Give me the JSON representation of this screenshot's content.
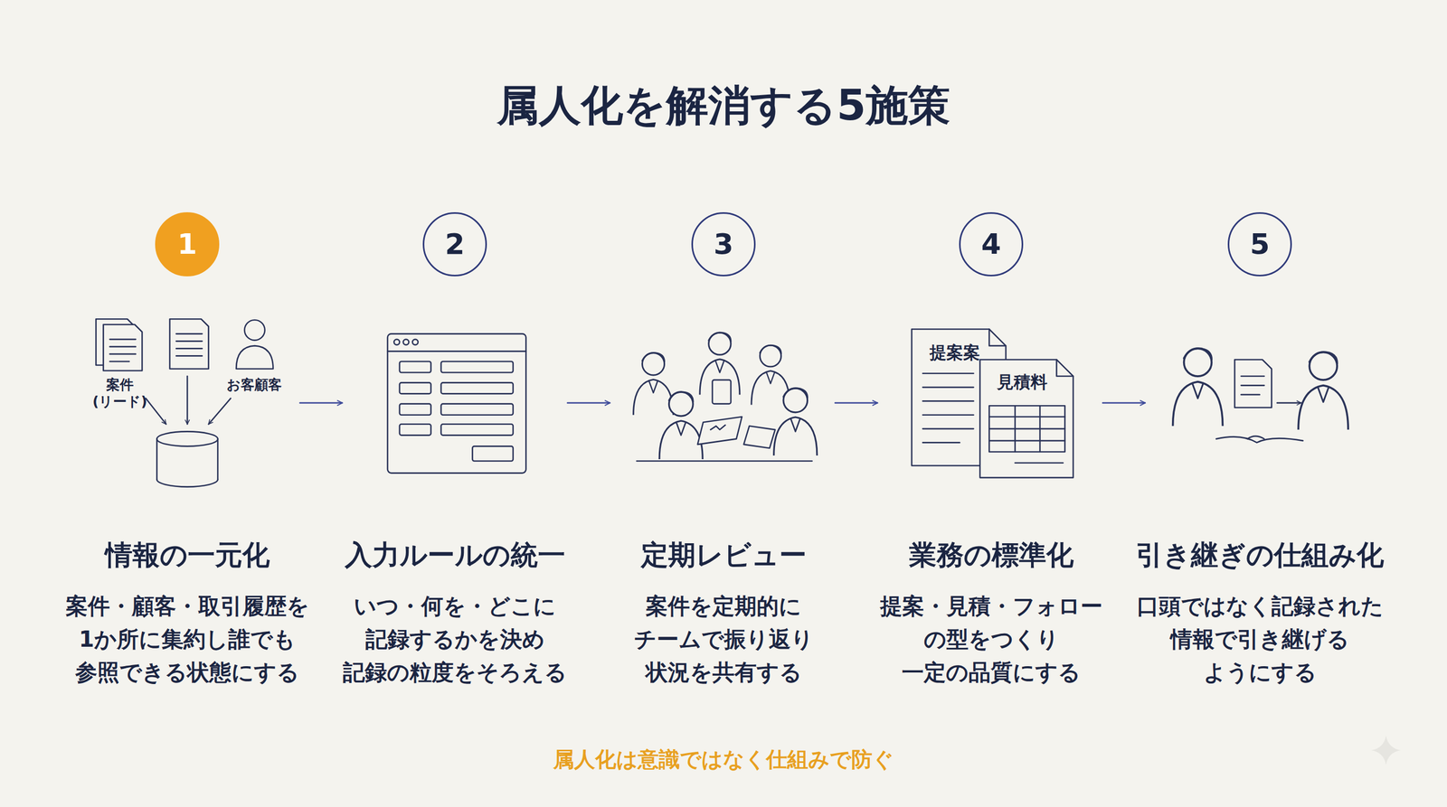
{
  "diagram": {
    "title": "属人化を解消する5施策",
    "caption": "属人化は意識ではなく仕組みで防ぐ",
    "nodes": [
      {
        "text": [
          "1"
        ]
      },
      {
        "text": [
          "2"
        ]
      },
      {
        "text": [
          "3"
        ]
      },
      {
        "text": [
          "4"
        ]
      },
      {
        "text": [
          "5"
        ]
      }
    ],
    "labels": [
      "案件 (リード)",
      "お客顧客",
      "提案案",
      "見積料",
      "情報の一元化",
      "入力ルールの統一",
      "定期レビュー",
      "業務の標準化",
      "引き継ぎの仕組み化",
      "案件・顧客・取引履歴を 1か所に集約し誰でも 参照できる状態にする",
      "いつ・何を・どこに 記録するかを決め 記録の粒度をそろえる",
      "案件を定期的に チームで振り返り 状況を共有する",
      "提案・見積・フォロー の型をつくり 一定の品質にする",
      "口頭ではなく記録された 情報で引き継げる ようにする"
    ]
  }
}
